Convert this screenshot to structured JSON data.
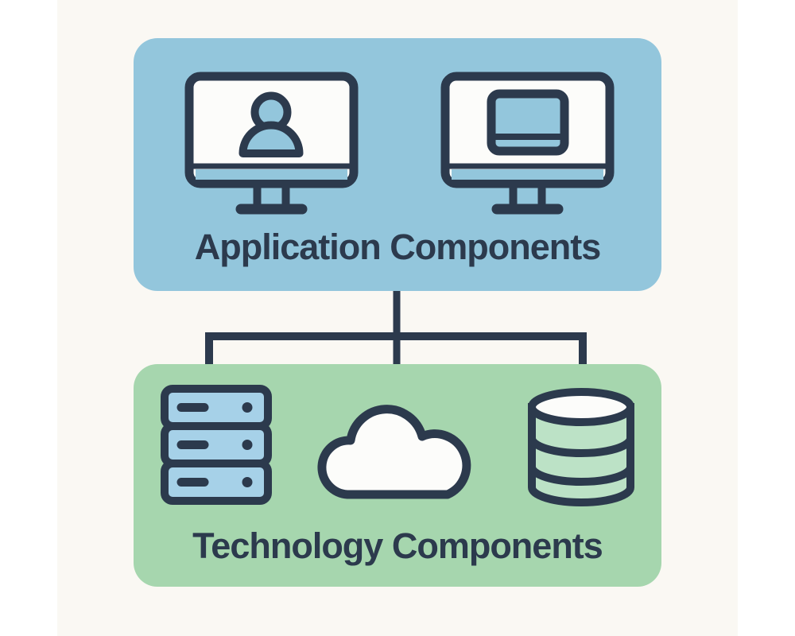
{
  "diagram": {
    "palette": {
      "page": "#FFFFFF",
      "canvas": "#FAF8F3",
      "outline": "#2C3A4D",
      "box_blue": "#93C6DC",
      "box_green": "#A6D6AE",
      "server_blue": "#A6D1E8",
      "database_green": "#BCE2C6",
      "surface_white": "#FCFCFA"
    },
    "boxes": [
      {
        "id": "application",
        "label": "Application Components",
        "fill": "#93C6DC",
        "icons": [
          "monitor-user-icon",
          "monitor-app-icon"
        ]
      },
      {
        "id": "technology",
        "label": "Technology Components",
        "fill": "#A6D6AE",
        "icons": [
          "server-rack-icon",
          "cloud-icon",
          "database-icon"
        ]
      }
    ],
    "connections": [
      {
        "from": "application",
        "to": "technology",
        "type": "branching-tree",
        "branches": 3
      }
    ]
  }
}
